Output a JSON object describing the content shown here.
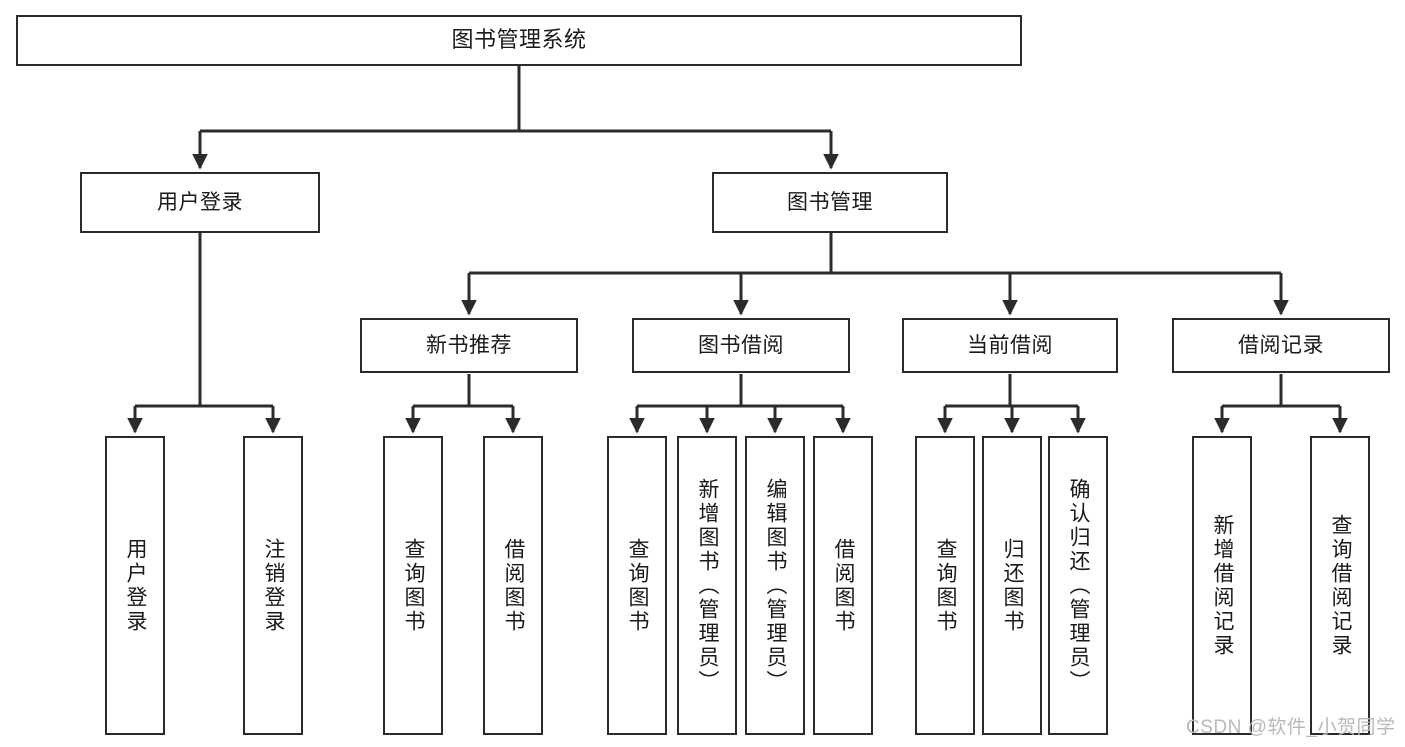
{
  "diagram": {
    "title": "图书管理系统",
    "type": "tree-hierarchy",
    "watermark": "CSDN @软件_小贺同学",
    "line_color": "#2b2b2b",
    "box_fill": "#ffffff",
    "text_color": "#1a1a1a"
  },
  "nodes": {
    "root": {
      "label": "图书管理系统"
    },
    "level2": [
      {
        "id": "user-login",
        "label": "用户登录"
      },
      {
        "id": "book-manage",
        "label": "图书管理"
      }
    ],
    "level3": [
      {
        "id": "new-book-rec",
        "label": "新书推荐"
      },
      {
        "id": "book-borrow",
        "label": "图书借阅"
      },
      {
        "id": "current-borrow",
        "label": "当前借阅"
      },
      {
        "id": "borrow-record",
        "label": "借阅记录"
      }
    ],
    "leaves": [
      {
        "id": "leaf-user-login",
        "label": "用户登录",
        "parent": "user-login"
      },
      {
        "id": "leaf-user-logout",
        "label": "注销登录",
        "parent": "user-login"
      },
      {
        "id": "leaf-query-book-1",
        "label": "查询图书",
        "parent": "new-book-rec"
      },
      {
        "id": "leaf-borrow-book-1",
        "label": "借阅图书",
        "parent": "new-book-rec"
      },
      {
        "id": "leaf-query-book-2",
        "label": "查询图书",
        "parent": "book-borrow"
      },
      {
        "id": "leaf-add-book",
        "label": "新增图书（管理员）",
        "parent": "book-borrow"
      },
      {
        "id": "leaf-edit-book",
        "label": "编辑图书（管理员）",
        "parent": "book-borrow"
      },
      {
        "id": "leaf-borrow-book-2",
        "label": "借阅图书",
        "parent": "book-borrow"
      },
      {
        "id": "leaf-query-book-3",
        "label": "查询图书",
        "parent": "current-borrow"
      },
      {
        "id": "leaf-return-book",
        "label": "归还图书",
        "parent": "current-borrow"
      },
      {
        "id": "leaf-confirm-return",
        "label": "确认归还（管理员）",
        "parent": "current-borrow"
      },
      {
        "id": "leaf-add-record",
        "label": "新增借阅记录",
        "parent": "borrow-record"
      },
      {
        "id": "leaf-query-record",
        "label": "查询借阅记录",
        "parent": "borrow-record"
      }
    ]
  }
}
